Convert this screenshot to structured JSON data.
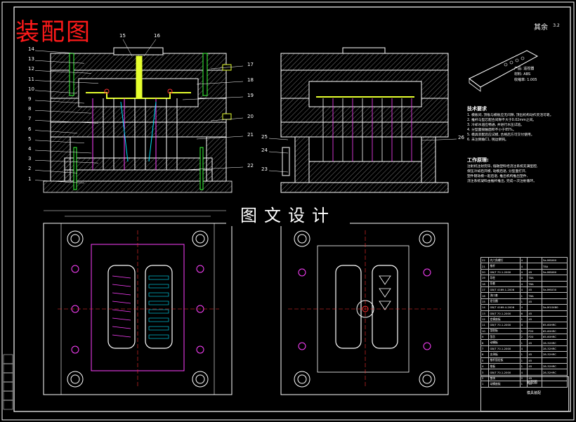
{
  "drawing": {
    "title": "装配图",
    "watermark": "图文设计",
    "sheet_note": "其余",
    "roughness_value": "3.2"
  },
  "part_labels": {
    "left_side": [
      "14",
      "13",
      "12",
      "11",
      "10",
      "9",
      "8",
      "7",
      "6",
      "5",
      "4",
      "3",
      "2",
      "1"
    ],
    "top": [
      "15",
      "16"
    ],
    "right_side": [
      "17",
      "18",
      "19",
      "20",
      "21",
      "22"
    ],
    "right_view": [
      "25",
      "24",
      "23",
      "26"
    ]
  },
  "product_info": {
    "line1": "产品: 遥控器",
    "line2": "材料: ABS",
    "line3": "收缩率: 1.005"
  },
  "tech_requirements": {
    "heading": "技术要求",
    "lines": [
      "1. 模板间, 顶板与模板应无间隙, 顶出机构动作灵活可靠。",
      "2. 推杆与型芯配合间隙不大于0.02mm之间。",
      "3. 冷却水道应畅通, 并进行水压试验。",
      "4. 分型面接触面积不小于85%。",
      "5. 模具装配后应试模, 合格后方可交付使用。",
      "6. 未注倒角C1, 锐边倒钝。"
    ]
  },
  "work_principle": {
    "heading": "工作原理:",
    "lines": [
      "注射机注射完毕, 熔融塑料经浇注系统充满型腔,",
      "保压冷却后开模, 动模后退, 分型面打开,",
      "塑件随动模一起后退, 推出机构推出塑件,",
      "浇注系统凝料由推杆推出, 完成一次注射循环。"
    ]
  },
  "bom_rows": [
    [
      "22",
      "内六角螺钉",
      "4",
      "",
      "5a-M8X60"
    ],
    [
      "21",
      "推杆",
      "4",
      "",
      "T8A"
    ],
    [
      "20",
      "GB/T 70.1-2000",
      "4",
      "45",
      "5a-M8X60"
    ],
    [
      "19",
      "导柱",
      "4",
      "T8A",
      ""
    ],
    [
      "18",
      "导套",
      "4",
      "T8A",
      ""
    ],
    [
      "17",
      "GB/T 4169.1-2006",
      "4",
      "45",
      "5a-M6X30"
    ],
    [
      "16",
      "浇口套",
      "1",
      "T8A",
      ""
    ],
    [
      "15",
      "定位圈",
      "1",
      "45",
      ""
    ],
    [
      "14",
      "GB/T 4169.4-2006",
      "4",
      "",
      "5a-M10X80"
    ],
    [
      "13",
      "GB/T 70.1-2000",
      "6",
      "45",
      ""
    ],
    [
      "12",
      "定模座板",
      "1",
      "45",
      ""
    ],
    [
      "11",
      "GB/T 70.1-2000",
      "4",
      "",
      "65-60HRC"
    ],
    [
      "10",
      "型腔板",
      "1",
      "P20",
      "65-60HRC"
    ],
    [
      "9",
      "型芯",
      "2",
      "P20",
      "65-60HRC"
    ],
    [
      "8",
      "动模板",
      "1",
      "45",
      "28-32HRC"
    ],
    [
      "7",
      "GB/T 70.1-2000",
      "4",
      "",
      "28-32HRC"
    ],
    [
      "6",
      "支承板",
      "1",
      "45",
      "28-32HRC"
    ],
    [
      "5",
      "推杆固定板",
      "1",
      "45",
      ""
    ],
    [
      "4",
      "推板",
      "1",
      "45",
      "28-32HRC"
    ],
    [
      "3",
      "GB/T 70.1-2000",
      "4",
      "",
      "28-32HRC"
    ],
    [
      "2",
      "垫块",
      "2",
      "45",
      ""
    ],
    [
      "1",
      "动模座板",
      "1",
      "45",
      ""
    ]
  ],
  "title_block": {
    "name": "装配图",
    "sub": "模具装配"
  },
  "colors": {
    "background": "#000000",
    "title": "#ff1a1a",
    "hatch": "#c8c8c8",
    "yellow": "#e6ff2e",
    "magenta": "#ff40ff",
    "green": "#3aff3a",
    "cyan": "#00e5ff",
    "red": "#ff3030"
  }
}
